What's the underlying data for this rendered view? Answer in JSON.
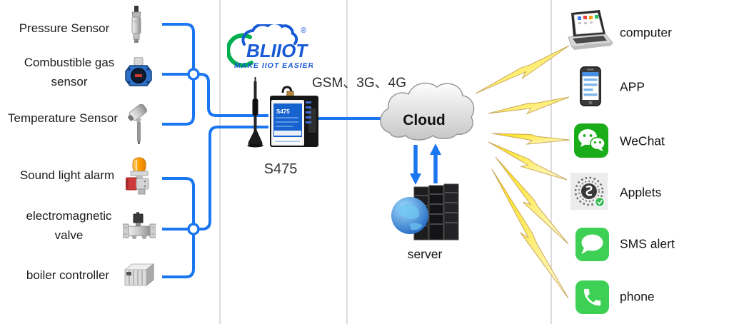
{
  "brand": {
    "logo_text": "BLIIOT",
    "tagline": "MAKE IIOT EASIER",
    "registered": "®"
  },
  "device": {
    "model_label": "S475",
    "panel_text": "S475"
  },
  "network_label": "GSM、3G、4G",
  "cloud": {
    "label": "Cloud"
  },
  "server": {
    "label": "server"
  },
  "sensors": [
    {
      "label": "Pressure Sensor",
      "icon": "pressure-sensor-icon"
    },
    {
      "label": "Combustible gas sensor",
      "icon": "gas-sensor-icon"
    },
    {
      "label": "Temperature Sensor",
      "icon": "temperature-sensor-icon"
    },
    {
      "label": "Sound light alarm",
      "icon": "sound-light-alarm-icon"
    },
    {
      "label": "electromagnetic valve",
      "icon": "electromagnetic-valve-icon"
    },
    {
      "label": "boiler controller",
      "icon": "boiler-controller-icon"
    }
  ],
  "endpoints": [
    {
      "label": "computer",
      "icon": "laptop-icon"
    },
    {
      "label": "APP",
      "icon": "smartphone-icon"
    },
    {
      "label": "WeChat",
      "icon": "wechat-icon"
    },
    {
      "label": "Applets",
      "icon": "mini-program-icon"
    },
    {
      "label": "SMS alert",
      "icon": "sms-icon"
    },
    {
      "label": "phone",
      "icon": "phone-call-icon"
    }
  ],
  "colors": {
    "line_blue": "#1b76f2",
    "logo_blue": "#1659d6",
    "logo_green": "#00b050",
    "wechat_green": "#1aad19",
    "ios_green": "#3dd054",
    "bolt_yellow": "#ffe13a",
    "cloud_gray": "#d7d7d7"
  }
}
